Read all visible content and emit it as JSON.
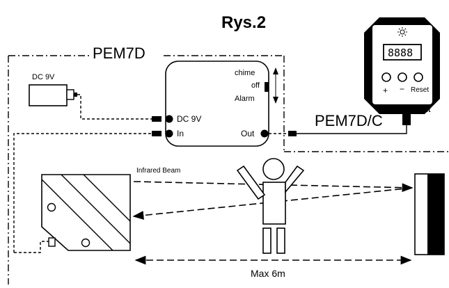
{
  "title": "Rys.2",
  "system_label": "PEM7D",
  "power_supply": {
    "label": "DC 9V"
  },
  "main_unit": {
    "switch_labels": {
      "chime": "chime",
      "off": "off",
      "alarm": "Alarm"
    },
    "ports": {
      "dc_in": "DC 9V",
      "in": "In",
      "out": "Out"
    }
  },
  "controller": {
    "label": "PEM7D/C",
    "display": "8888",
    "buttons": {
      "plus": "+",
      "minus": "−",
      "reset": "Reset"
    },
    "input_label": "input"
  },
  "beam_label": "Infrared Beam",
  "distance_label": "Max  6m"
}
